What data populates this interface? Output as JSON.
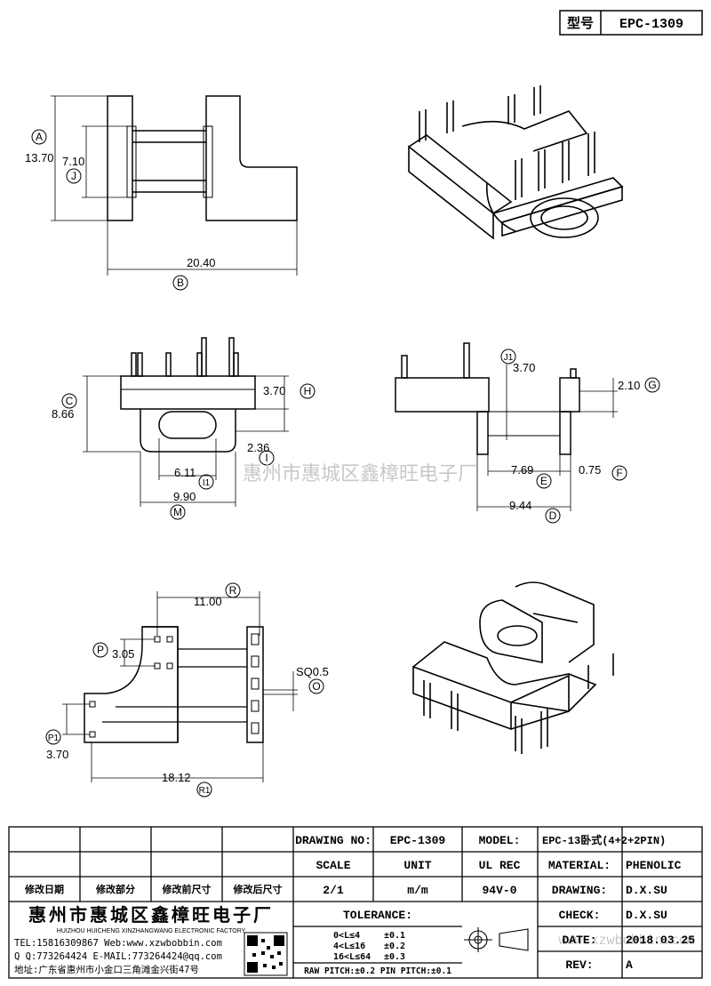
{
  "header": {
    "model_label": "型号",
    "model_value": "EPC-1309"
  },
  "views": {
    "front": {
      "dims": [
        {
          "letter": "A",
          "value": "13.70"
        },
        {
          "letter": "J",
          "value": "7.10"
        },
        {
          "letter": "B",
          "value": "20.40"
        }
      ]
    },
    "side": {
      "dims": [
        {
          "letter": "C",
          "value": "8.66"
        },
        {
          "letter": "H",
          "value": "3.70"
        },
        {
          "letter": "I",
          "value": "2.36"
        },
        {
          "letter": "I1",
          "value": "6.11"
        },
        {
          "letter": "M",
          "value": "9.90"
        }
      ]
    },
    "end": {
      "dims": [
        {
          "letter": "J1",
          "value": "3.70"
        },
        {
          "letter": "G",
          "value": "2.10"
        },
        {
          "letter": "E",
          "value": "7.69"
        },
        {
          "letter": "F",
          "value": "0.75"
        },
        {
          "letter": "D",
          "value": "9.44"
        }
      ]
    },
    "bottom": {
      "dims": [
        {
          "letter": "R",
          "value": "11.00"
        },
        {
          "letter": "P",
          "value": "3.05"
        },
        {
          "letter": "O",
          "value": "SQ0.5"
        },
        {
          "letter": "P1",
          "value": "3.70"
        },
        {
          "letter": "R1",
          "value": "18.12"
        }
      ]
    }
  },
  "watermark": "惠州市惠城区鑫樟旺电子厂",
  "watermark_url": "www.xzwbobbin.com",
  "title_block": {
    "revision_headers": [
      "修改日期",
      "修改部分",
      "修改前尺寸",
      "修改后尺寸"
    ],
    "company_cn": "惠州市惠城区鑫樟旺电子厂",
    "company_en": "HUIZHOU HUICHENG XINZHANGWANG ELECTRONIC FACTORY",
    "tel_line": "TEL:15816309867 Web:www.xzwbobbin.com",
    "qq_line": "Q Q:773264424 E-MAIL:773264424@qq.com",
    "addr_line": "地址:广东省惠州市小金口三角滩金兴街47号",
    "drawing_no_label": "DRAWING NO:",
    "drawing_no_value": "EPC-1309",
    "model_label": "MODEL:",
    "model_value": "EPC-13卧式(4+2+2PIN)",
    "scale_label": "SCALE",
    "unit_label": "UNIT",
    "ul_label": "UL REC",
    "material_label": "MATERIAL:",
    "material_value": "PHENOLIC",
    "scale_value": "2/1",
    "unit_value": "m/m",
    "ul_value": "94V-0",
    "drawing_label": "DRAWING:",
    "drawing_value": "D.X.SU",
    "tolerance_label": "TOLERANCE:",
    "tol_lines": [
      {
        "range": "0<L≤4",
        "value": "±0.1"
      },
      {
        "range": "4<L≤16",
        "value": "±0.2"
      },
      {
        "range": "16<L≤64",
        "value": "±0.3"
      }
    ],
    "pitch_line": "RAW PITCH:±0.2 PIN PITCH:±0.1",
    "check_label": "CHECK:",
    "check_value": "D.X.SU",
    "date_label": "DATE:",
    "date_value": "2018.03.25",
    "rev_label": "REV:",
    "rev_value": "A"
  }
}
